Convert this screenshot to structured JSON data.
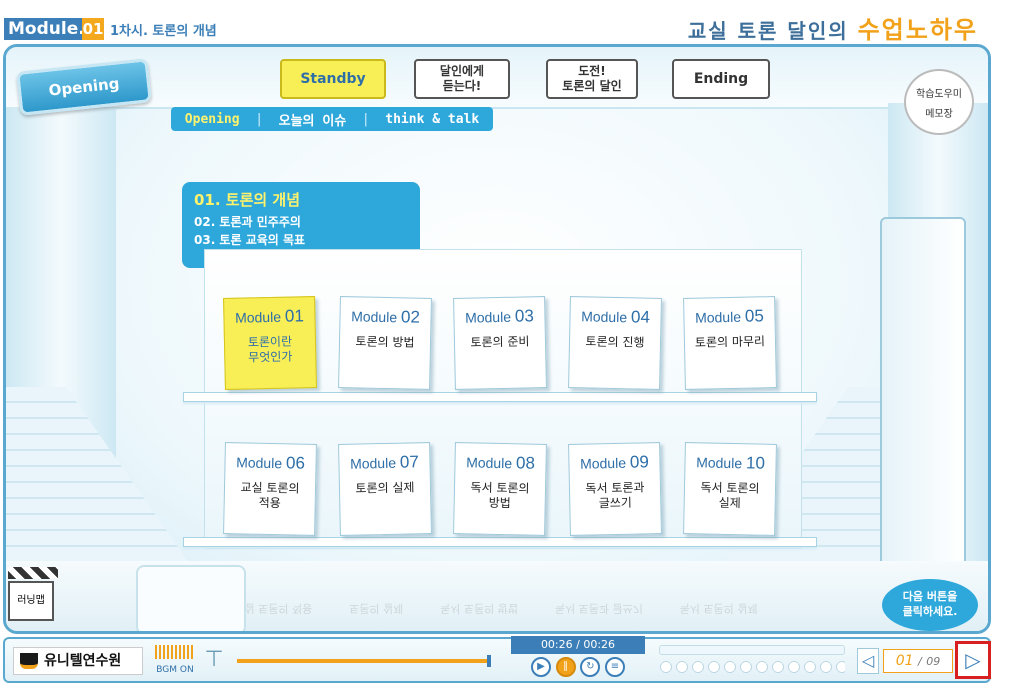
{
  "header": {
    "module_label": "Module.",
    "module_num": "01",
    "lesson_title": "1차시. 토론의 개념",
    "brand_prefix": "교실 토론 달인의",
    "brand_highlight": "수업노하우"
  },
  "stage": {
    "opening_sign": "Opening",
    "tabs": {
      "standby": "Standby",
      "expert": "달인에게\n듣는다!",
      "challenge": "도전!\n토론의 달인",
      "ending": "Ending"
    },
    "subnav": {
      "opening": "Opening",
      "issue": "오늘의 이슈",
      "think": "think & talk",
      "separator": "|"
    },
    "help": {
      "line1": "학습도우미",
      "line2": "메모장"
    }
  },
  "callout": {
    "current": "01. 토론의 개념",
    "items": [
      "02. 토론과 민주주의",
      "03. 토론 교육의 목표"
    ]
  },
  "modules": [
    {
      "prefix": "Module",
      "num": "01",
      "desc": "토론이란\n무엇인가"
    },
    {
      "prefix": "Module",
      "num": "02",
      "desc": "토론의 방법"
    },
    {
      "prefix": "Module",
      "num": "03",
      "desc": "토론의 준비"
    },
    {
      "prefix": "Module",
      "num": "04",
      "desc": "토론의 진행"
    },
    {
      "prefix": "Module",
      "num": "05",
      "desc": "토론의 마무리"
    },
    {
      "prefix": "Module",
      "num": "06",
      "desc": "교실 토론의\n적용"
    },
    {
      "prefix": "Module",
      "num": "07",
      "desc": "토론의 실제"
    },
    {
      "prefix": "Module",
      "num": "08",
      "desc": "독서 토론의\n방법"
    },
    {
      "prefix": "Module",
      "num": "09",
      "desc": "독서 토론과\n글쓰기"
    },
    {
      "prefix": "Module",
      "num": "10",
      "desc": "독서 토론의\n실제"
    }
  ],
  "decor": {
    "clapper_label": "러닝맵",
    "hint_line1": "다음 버튼을",
    "hint_line2": "클릭하세요."
  },
  "player": {
    "logo_text": "유니텔연수원",
    "bgm_label": "BGM ON",
    "time": "00:26 / 00:26",
    "play_icon": "play-icon",
    "pause_icon": "pause-icon",
    "replay_icon": "replay-icon",
    "list_icon": "list-icon",
    "page_current": "01",
    "page_separator": "/",
    "page_total": "09",
    "prev_glyph": "◁",
    "next_glyph": "▷"
  },
  "colors": {
    "accent_blue": "#2ea8db",
    "highlight_yellow": "#f8ef56",
    "orange": "#f1a21a",
    "next_border": "#d82020"
  }
}
